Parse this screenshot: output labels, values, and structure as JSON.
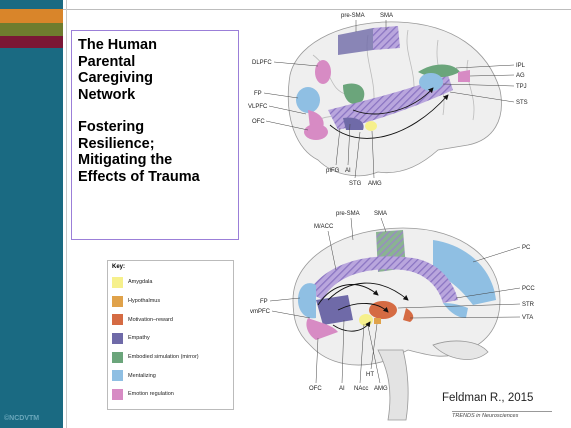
{
  "title_lines": "The Human\nParental\nCaregiving\nNetwork",
  "subtitle_lines": "Fostering\nResilience;\nMitigating the\nEffects of Trauma",
  "footer": "©NCDVTM",
  "citation": "Feldman R., 2015",
  "journal": "TRENDS in Neurosciences",
  "key": {
    "title": "Key:",
    "items": [
      {
        "label": "Amygdala",
        "color": "#f6f08c"
      },
      {
        "label": "Hypothalmus",
        "color": "#e0a24a"
      },
      {
        "label": "Motivation–reward",
        "color": "#d56b43"
      },
      {
        "label": "Empathy",
        "color": "#6f6aa8"
      },
      {
        "label": "Embodied simulation (mirror)",
        "color": "#6ba57b"
      },
      {
        "label": "Mentalizing",
        "color": "#8fbfe3"
      },
      {
        "label": "Emotion regulation",
        "color": "#d78bc4"
      }
    ]
  },
  "lateral_labels": {
    "pre_sma": "pre-SMA",
    "sma": "SMA",
    "dlpfc": "DLPFC",
    "fp": "FP",
    "vlpfc": "VLPFC",
    "ofc": "OFC",
    "ipl": "IPL",
    "ag": "AG",
    "tpj": "TPJ",
    "sts": "STS",
    "pifg": "pIFG",
    "ai": "AI",
    "stg": "STG",
    "amg": "AMG"
  },
  "medial_labels": {
    "pre_sma": "pre-SMA",
    "sma": "SMA",
    "macc": "M/ACC",
    "pc": "PC",
    "pcc": "PCC",
    "str": "STR",
    "vta": "VTA",
    "fp": "FP",
    "vmpfc": "vmPFC",
    "ofc": "OFC",
    "ai": "AI",
    "ht": "HT",
    "nacc": "NAcc",
    "amg": "AMG"
  }
}
